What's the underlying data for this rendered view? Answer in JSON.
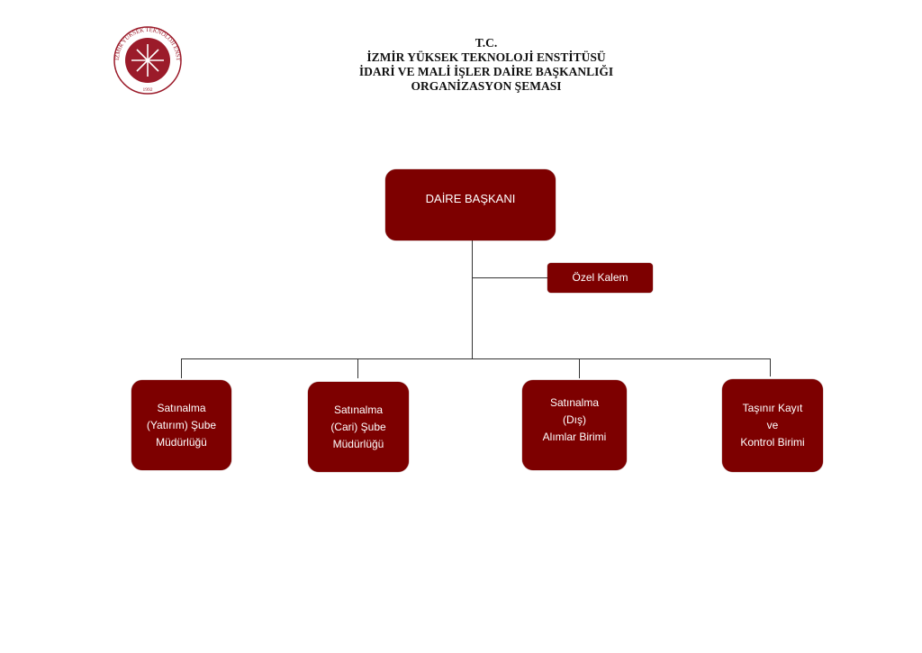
{
  "header": {
    "line1": "T.C.",
    "line2": "İZMİR YÜKSEK TEKNOLOJİ ENSTİTÜSÜ",
    "line3": "İDARİ VE MALİ İŞLER DAİRE BAŞKANLIĞI",
    "line4": "ORGANİZASYON ŞEMASI"
  },
  "logo": {
    "ring_text": "İZMİR YÜKSEK TEKNOLOJİ ENSTİTÜSÜ",
    "year": "1992",
    "color": "#9b1b2a"
  },
  "colors": {
    "box": "#7d0000",
    "line": "#333333"
  },
  "chart": {
    "root": "DAİRE BAŞKANI",
    "staff": "Özel Kalem",
    "units": [
      {
        "lines": [
          "Satınalma",
          "(Yatırım) Şube",
          "Müdürlüğü"
        ]
      },
      {
        "lines": [
          "Satınalma",
          "(Cari) Şube",
          "Müdürlüğü"
        ]
      },
      {
        "lines": [
          "Satınalma",
          "(Dış)",
          "Alımlar Birimi"
        ]
      },
      {
        "lines": [
          "Taşınır Kayıt",
          "ve",
          "Kontrol Birimi"
        ]
      }
    ]
  }
}
